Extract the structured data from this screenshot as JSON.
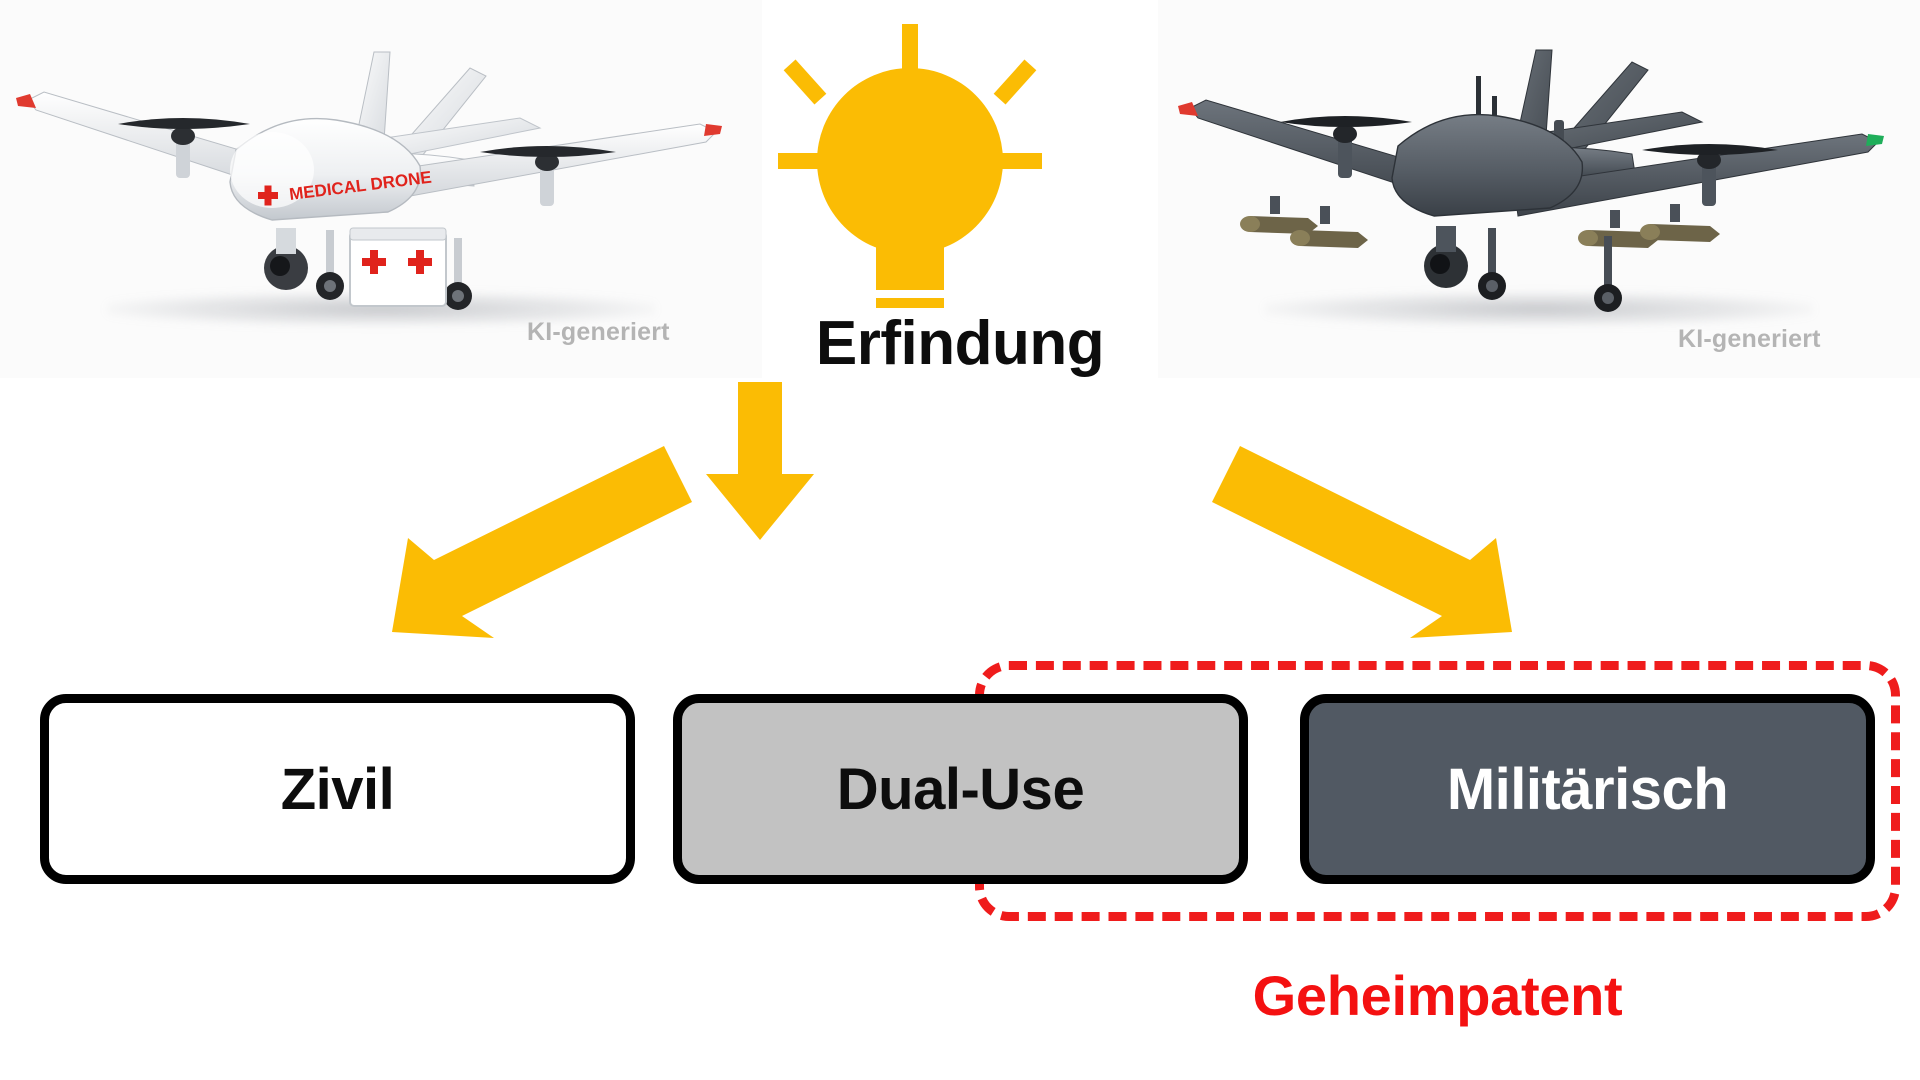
{
  "diagram": {
    "title_node": "Erfindung",
    "secret_caption": "Geheimpatent",
    "colors": {
      "accent_yellow": "#FBBC04",
      "alert_red": "#F41111",
      "dashed_red": "#EF1C1C",
      "dual_use_gray": "#C2C2C2",
      "military_slate": "#515963",
      "box_border": "#000000",
      "text_dark": "#0D0D0D",
      "watermark_gray": "#B4B4B4"
    }
  },
  "photos": [
    {
      "id": "civil-drone-photo",
      "alt_name": "medical-drone",
      "watermark": "KI-generiert",
      "body_label": "MEDICAL DRONE",
      "livery": "white",
      "markings": "red-cross"
    },
    {
      "id": "military-drone-photo",
      "alt_name": "armed-drone",
      "watermark": "KI-generiert",
      "livery": "dark-gray",
      "markings": "missiles"
    }
  ],
  "bulb": {
    "icon": "lightbulb-icon",
    "ray_count": 5
  },
  "arrows": [
    {
      "name": "arrow-to-zivil",
      "direction": "down-left",
      "icon": "arrow-down-left-icon"
    },
    {
      "name": "arrow-to-dual-use",
      "direction": "down",
      "icon": "arrow-down-icon"
    },
    {
      "name": "arrow-to-militaerisch",
      "direction": "down-right",
      "icon": "arrow-down-right-icon"
    }
  ],
  "categories": [
    {
      "key": "zivil",
      "label": "Zivil",
      "fill": "white",
      "text_color": "dark"
    },
    {
      "key": "dual-use",
      "label": "Dual-Use",
      "fill": "gray",
      "text_color": "dark"
    },
    {
      "key": "militaerisch",
      "label": "Militärisch",
      "fill": "slate",
      "text_color": "white"
    }
  ],
  "highlight": {
    "name": "secret-patent-frame",
    "covers": [
      "dual-use",
      "militaerisch"
    ],
    "style": "red-dashed",
    "caption": "Geheimpatent"
  }
}
